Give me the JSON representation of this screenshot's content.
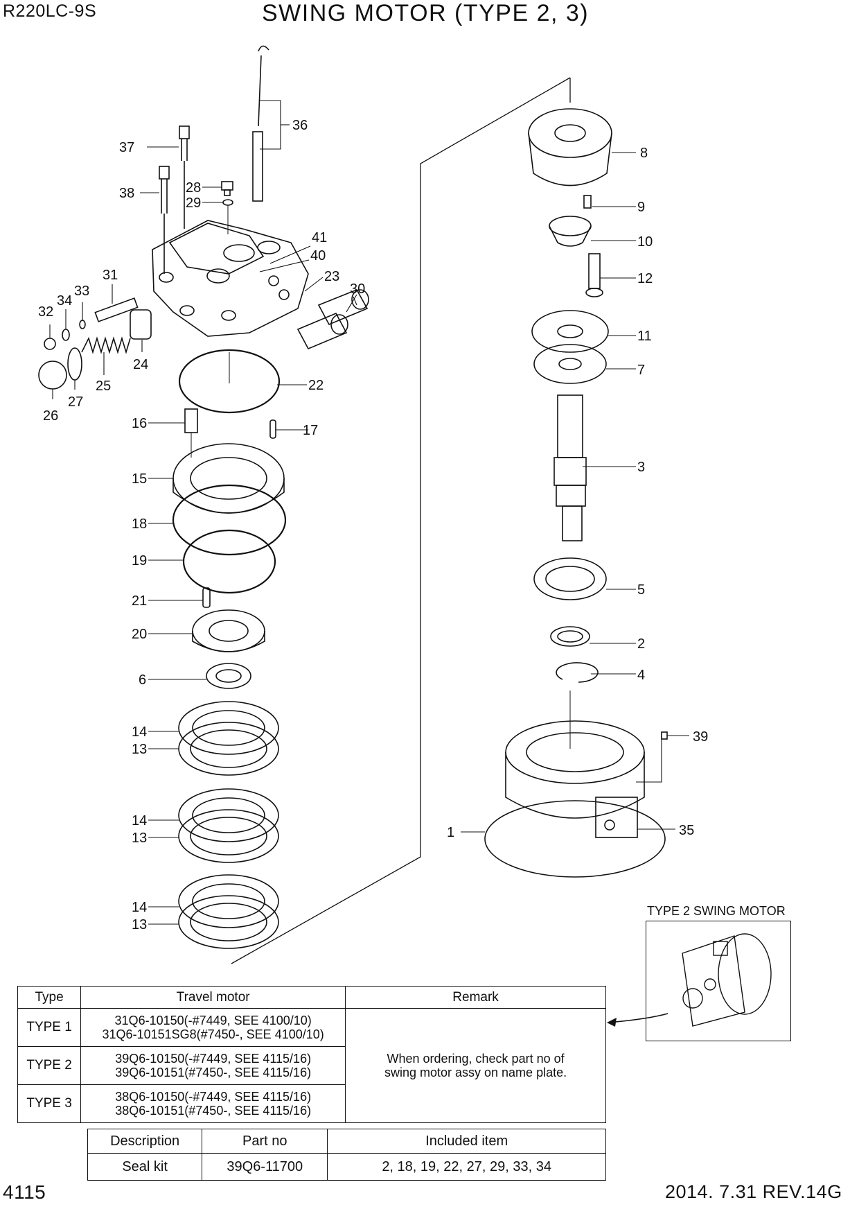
{
  "header": {
    "model": "R220LC-9S",
    "title": "SWING MOTOR (TYPE 2, 3)"
  },
  "footer": {
    "page_number": "4115",
    "date_revision": "2014. 7.31  REV.14G"
  },
  "part_labels": [
    "1",
    "2",
    "3",
    "4",
    "5",
    "6",
    "7",
    "8",
    "9",
    "10",
    "11",
    "12",
    "13",
    "14",
    "15",
    "16",
    "17",
    "18",
    "19",
    "20",
    "21",
    "22",
    "23",
    "24",
    "25",
    "26",
    "27",
    "28",
    "29",
    "30",
    "31",
    "32",
    "33",
    "34",
    "35",
    "36",
    "37",
    "38",
    "39",
    "40",
    "41"
  ],
  "inset": {
    "caption": "TYPE 2 SWING MOTOR"
  },
  "type_table": {
    "headers": [
      "Type",
      "Travel motor",
      "Remark"
    ],
    "rows": [
      {
        "type": "TYPE 1",
        "motor_line1": "31Q6-10150(-#7449, SEE 4100/10)",
        "motor_line2": "31Q6-10151SG8(#7450-, SEE 4100/10)"
      },
      {
        "type": "TYPE 2",
        "motor_line1": "39Q6-10150(-#7449, SEE 4115/16)",
        "motor_line2": "39Q6-10151(#7450-, SEE 4115/16)"
      },
      {
        "type": "TYPE 3",
        "motor_line1": "38Q6-10150(-#7449, SEE 4115/16)",
        "motor_line2": "38Q6-10151(#7450-, SEE 4115/16)"
      }
    ],
    "remark_line1": "When ordering, check part no of",
    "remark_line2": "swing motor assy on name plate."
  },
  "seal_table": {
    "headers": [
      "Description",
      "Part no",
      "Included item"
    ],
    "row": {
      "description": "Seal kit",
      "part_no": "39Q6-11700",
      "included": "2, 18, 19, 22, 27, 29, 33, 34"
    }
  }
}
